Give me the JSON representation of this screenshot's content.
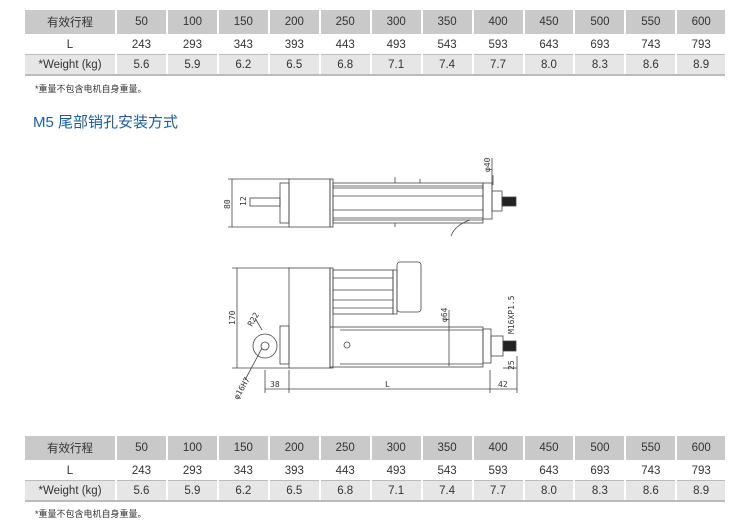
{
  "table": {
    "header_label": "有效行程",
    "strokes": [
      "50",
      "100",
      "150",
      "200",
      "250",
      "300",
      "350",
      "400",
      "450",
      "500",
      "550",
      "600"
    ],
    "l_label": "L",
    "l_values": [
      "243",
      "293",
      "343",
      "393",
      "443",
      "493",
      "543",
      "593",
      "643",
      "693",
      "743",
      "793"
    ],
    "weight_label": "*Weight (kg)",
    "weight_values": [
      "5.6",
      "5.9",
      "6.2",
      "6.5",
      "6.8",
      "7.1",
      "7.4",
      "7.7",
      "8.0",
      "8.3",
      "8.6",
      "8.9"
    ]
  },
  "note": "*重量不包含电机自身重量。",
  "section_title": "M5 尾部销孔安装方式",
  "drawing": {
    "labels": {
      "d40": "φ40",
      "d12": "12",
      "h80": "80",
      "h170": "170",
      "r22": "R22",
      "d16": "φ16H7",
      "d64": "φ64",
      "thread": "M16XP1.5",
      "w25": "25",
      "w38": "38",
      "wL": "L",
      "w42": "42"
    }
  }
}
